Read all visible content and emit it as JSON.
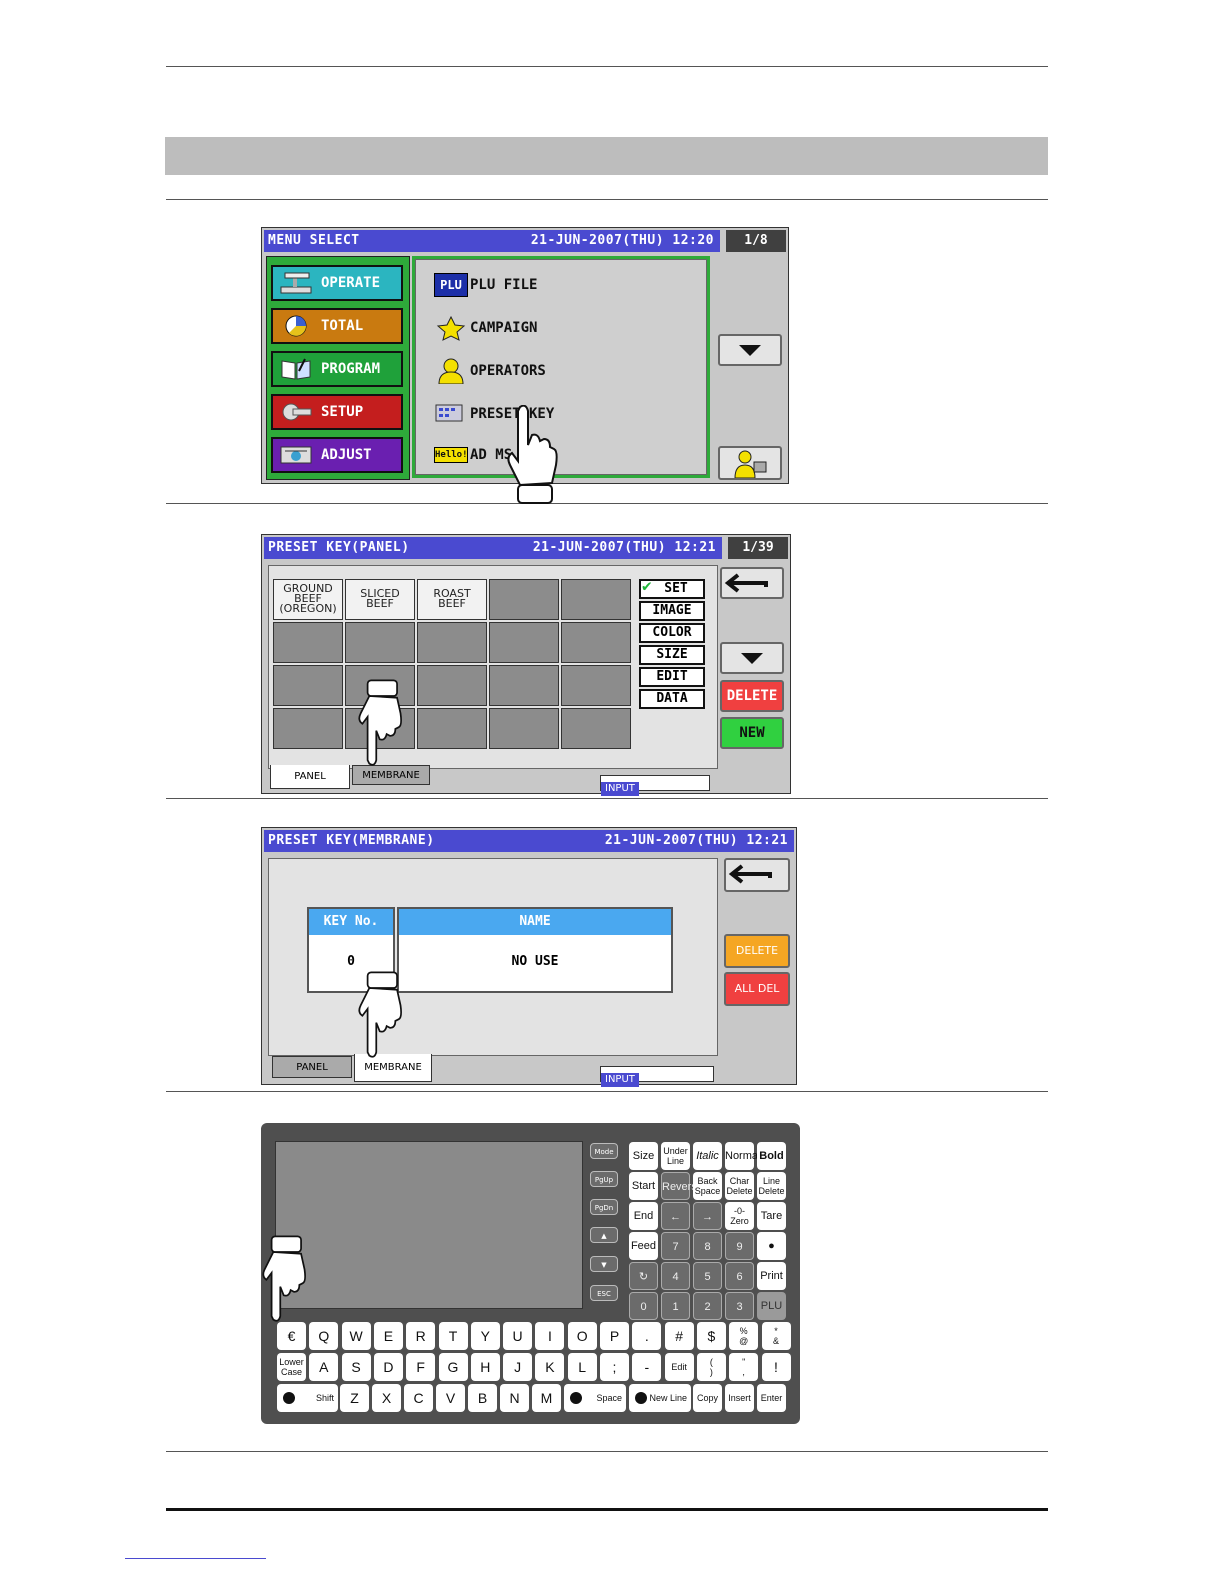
{
  "screen1": {
    "title": "MENU SELECT",
    "datetime": "21-JUN-2007(THU)  12:20",
    "page": "1/8",
    "menu": [
      {
        "label": "OPERATE",
        "color": "#2bb5c0"
      },
      {
        "label": "TOTAL",
        "color": "#c97a10"
      },
      {
        "label": "PROGRAM",
        "color": "#1fa13a"
      },
      {
        "label": "SETUP",
        "color": "#c41e1e"
      },
      {
        "label": "ADJUST",
        "color": "#6a1fb0"
      }
    ],
    "items": [
      {
        "label": "PLU FILE",
        "icon": "plu-icon",
        "badge": "PLU"
      },
      {
        "label": "CAMPAIGN",
        "icon": "star-icon"
      },
      {
        "label": "OPERATORS",
        "icon": "person-icon"
      },
      {
        "label": "PRESET KEY",
        "icon": "keyboard-icon"
      },
      {
        "label": "AD MS",
        "icon": "hello-sign-icon",
        "badge": "Hello!"
      }
    ]
  },
  "screen2": {
    "title": "PRESET KEY(PANEL)",
    "datetime": "21-JUN-2007(THU)  12:21",
    "page": "1/39",
    "keys": [
      "GROUND\nBEEF\n(OREGON)",
      "SLICED\nBEEF",
      "ROAST\nBEEF"
    ],
    "options": [
      "SET",
      "IMAGE",
      "COLOR",
      "SIZE",
      "EDIT",
      "DATA"
    ],
    "delete": "DELETE",
    "new": "NEW",
    "tabs": [
      "PANEL",
      "MEMBRANE"
    ],
    "input": "INPUT"
  },
  "screen3": {
    "title": "PRESET KEY(MEMBRANE)",
    "datetime": "21-JUN-2007(THU)  12:21",
    "col_key": "KEY No.",
    "col_name": "NAME",
    "key_value": "0",
    "name_value": "NO USE",
    "delete": "DELETE",
    "all_del": "ALL DEL",
    "tabs": [
      "PANEL",
      "MEMBRANE"
    ],
    "input": "INPUT"
  },
  "keyboard": {
    "side_keys": [
      "Mode",
      "PgUp",
      "PgDn",
      "▲",
      "▼",
      "ESC"
    ],
    "right_rows": [
      [
        "Size",
        "Under\nLine",
        "Italic",
        "Normal",
        "Bold"
      ],
      [
        "Start",
        "Reverse",
        "Back\nSpace",
        "Char\nDelete",
        "Line\nDelete"
      ],
      [
        "End",
        "←",
        "→",
        "-0-\nZero",
        "Tare"
      ],
      [
        "Feed",
        "7",
        "8",
        "9",
        "●"
      ],
      [
        "↻",
        "4",
        "5",
        "6",
        "Print"
      ],
      [
        "0",
        "1",
        "2",
        "3",
        "PLU"
      ]
    ],
    "row1": [
      "€",
      "Q",
      "W",
      "E",
      "R",
      "T",
      "Y",
      "U",
      "I",
      "O",
      "P",
      ".",
      "#",
      "$",
      "%\n@",
      "*\n&"
    ],
    "row2": [
      "Lower\nCase",
      "A",
      "S",
      "D",
      "F",
      "G",
      "H",
      "J",
      "K",
      "L",
      ";",
      "-",
      "Edit",
      "(\n)",
      "\"\n,",
      "!"
    ],
    "row3": [
      "Shift",
      "Z",
      "X",
      "C",
      "V",
      "B",
      "N",
      "M",
      "Space",
      "New Line",
      "Copy",
      "Insert",
      "Enter"
    ]
  }
}
